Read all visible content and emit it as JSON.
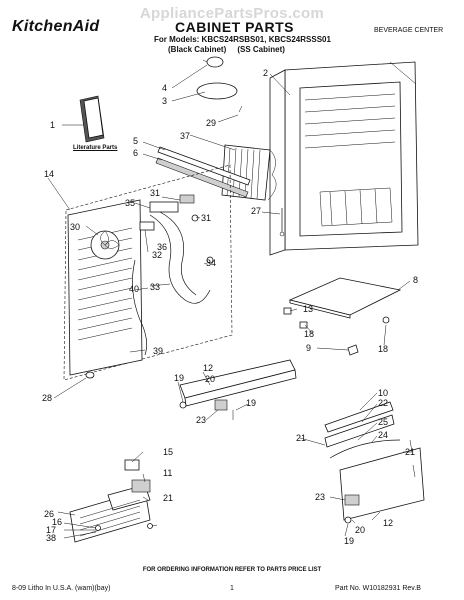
{
  "watermark": "AppliancePartsPros.com",
  "header": {
    "brand": "KitchenAid",
    "title": "CABINET PARTS",
    "models": "For Models: KBCS24RSBS01, KBCS24RSSS01",
    "variants": "(Black Cabinet)     (SS Cabinet)",
    "department": "BEVERAGE CENTER"
  },
  "literature_label": "Literature Parts",
  "callouts": [
    "1",
    "2",
    "3",
    "4",
    "5",
    "6",
    "8",
    "9",
    "10",
    "11",
    "12",
    "12",
    "13",
    "14",
    "15",
    "16",
    "17",
    "18",
    "18",
    "19",
    "19",
    "19",
    "20",
    "20",
    "21",
    "21",
    "21",
    "22",
    "23",
    "23",
    "24",
    "25",
    "26",
    "27",
    "28",
    "29",
    "30",
    "31",
    "31",
    "32",
    "33",
    "34",
    "35",
    "36",
    "37",
    "38",
    "39",
    "40"
  ],
  "footer": {
    "instructions": "FOR ORDERING INFORMATION REFER TO PARTS PRICE LIST",
    "litho": "8-09 Litho In U.S.A. (wam)(bay)",
    "page": "1",
    "part_no": "Part No. W10182931 Rev.B"
  }
}
